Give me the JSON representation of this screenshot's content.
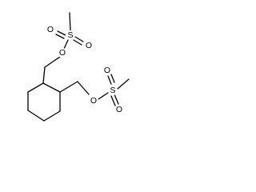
{
  "atoms": {
    "s1": "S",
    "o1_top": "O",
    "o1_bottom": "O",
    "o1_ester": "O",
    "s2": "S",
    "o2_top": "O",
    "o2_bottom": "O",
    "o2_ester": "O"
  },
  "colors": {
    "bond": "#000000",
    "label": "#000000",
    "background": "#ffffff"
  }
}
